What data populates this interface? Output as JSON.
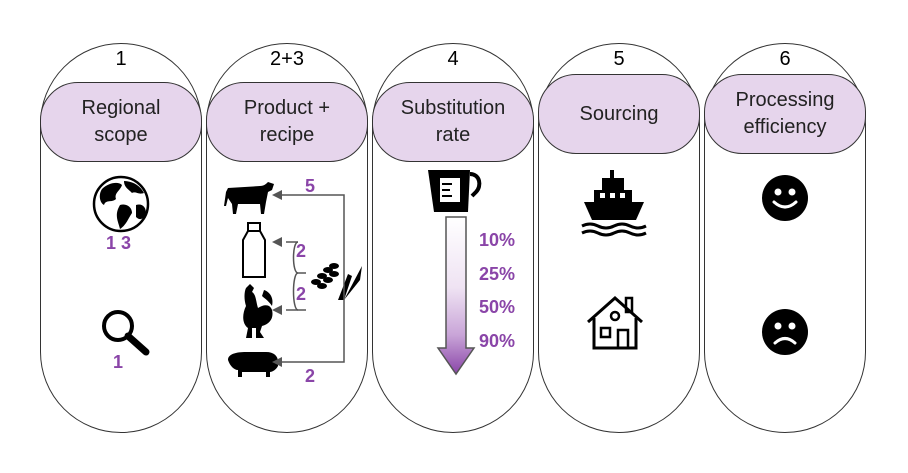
{
  "columns": [
    {
      "number": "1",
      "title": "Regional\nscope"
    },
    {
      "number": "2+3",
      "title": "Product +\nrecipe"
    },
    {
      "number": "4",
      "title": "Substitution\nrate"
    },
    {
      "number": "5",
      "title": "Sourcing"
    },
    {
      "number": "6",
      "title": "Processing\nefficiency"
    }
  ],
  "regional": {
    "globe_label": "1 3",
    "search_label": "1"
  },
  "recipe": {
    "cattle_count": "5",
    "milk_count": "2",
    "chicken_count": "2",
    "pig_count": "2"
  },
  "substitution": {
    "rates": [
      "10%",
      "25%",
      "50%",
      "90%"
    ]
  },
  "icons": {
    "globe": "globe-icon",
    "search": "magnifier-icon",
    "cattle": "cow-icon",
    "milk": "milk-bottle-icon",
    "chicken": "rooster-icon",
    "pig": "pig-icon",
    "grain": "wheat-icon",
    "cup": "measuring-cup-icon",
    "ship": "ship-icon",
    "house": "house-icon",
    "happy": "smiley-face-icon",
    "sad": "sad-face-icon"
  },
  "colors": {
    "pill_fill": "#e6d5ec",
    "accent": "#8a45a8"
  }
}
